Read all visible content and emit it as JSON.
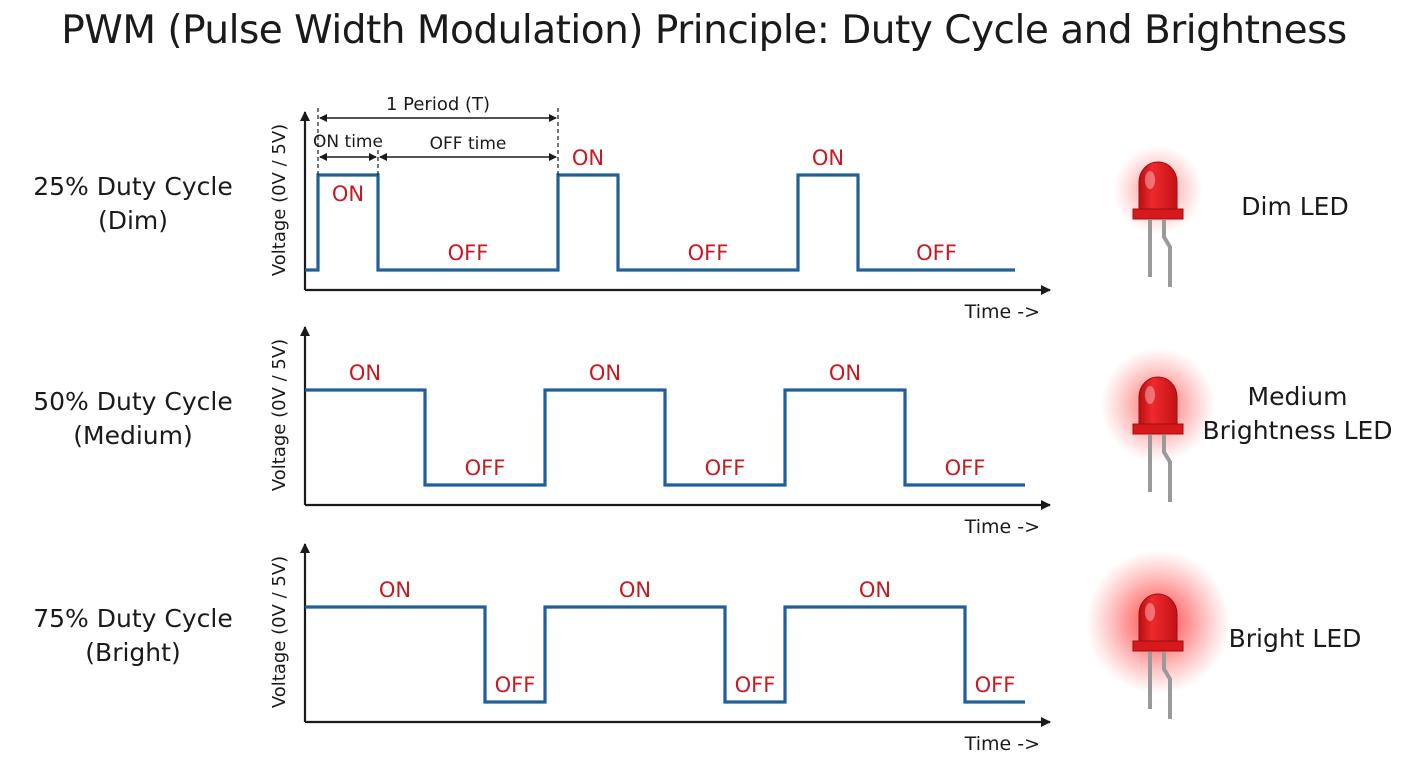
{
  "title": "PWM (Pulse Width Modulation) Principle: Duty Cycle and Brightness",
  "colors": {
    "signal": "#1f5f9a",
    "label": "#c8191e",
    "axis": "#1a1a1a",
    "led": "#e2191d"
  },
  "icons": {
    "led": "led-icon"
  },
  "annotation": {
    "period": "1 Period (T)",
    "on_time": "ON time",
    "off_time": "OFF time"
  },
  "rows": [
    {
      "label_line1": "25% Duty Cycle",
      "label_line2": "(Dim)",
      "duty": 0.25,
      "ylabel": "Voltage (0V / 5V)",
      "xlabel": "Time ->",
      "on_label": "ON",
      "off_label": "OFF",
      "led_line1": "Dim LED",
      "led_line2": "",
      "glow": 0.35
    },
    {
      "label_line1": "50% Duty Cycle",
      "label_line2": "(Medium)",
      "duty": 0.5,
      "ylabel": "Voltage (0V / 5V)",
      "xlabel": "Time ->",
      "on_label": "ON",
      "off_label": "OFF",
      "led_line1": "Medium",
      "led_line2": "Brightness LED",
      "glow": 0.65
    },
    {
      "label_line1": "75% Duty Cycle",
      "label_line2": "(Bright)",
      "duty": 0.75,
      "ylabel": "Voltage (0V / 5V)",
      "xlabel": "Time ->",
      "on_label": "ON",
      "off_label": "OFF",
      "led_line1": "Bright LED",
      "led_line2": "",
      "glow": 1.0
    }
  ]
}
